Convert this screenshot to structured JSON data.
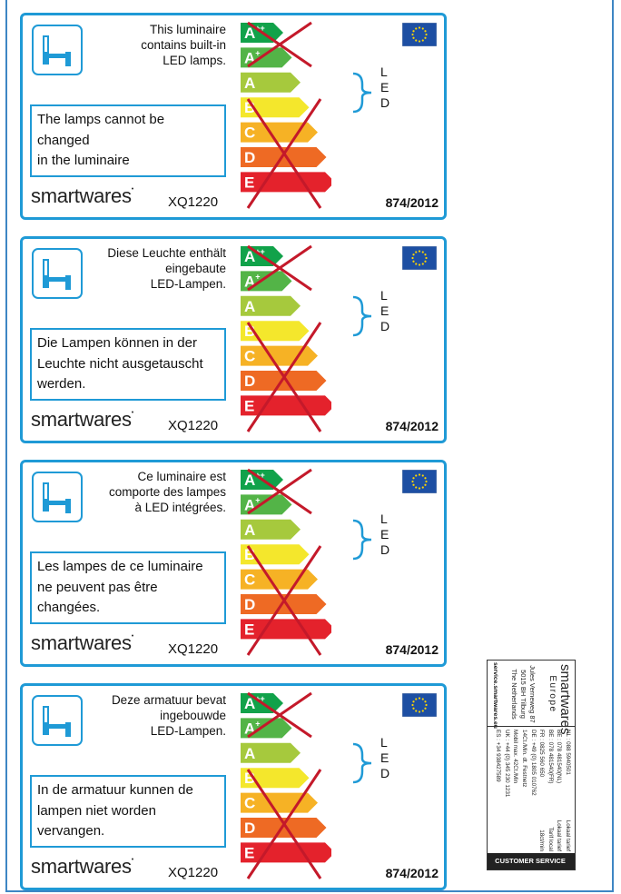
{
  "labels": [
    {
      "lang": "en",
      "top_text": "This luminaire\ncontains built-in\nLED lamps.",
      "message": "The lamps cannot be changed\nin the luminaire"
    },
    {
      "lang": "de",
      "top_text": "Diese Leuchte enthält\neingebaute\nLED-Lampen.",
      "message": "Die Lampen können in der\nLeuchte nicht ausgetauscht\nwerden."
    },
    {
      "lang": "fr",
      "top_text": "Ce luminaire est\ncomporte des lampes\nà LED intégrées.",
      "message": "Les lampes de ce luminaire\nne peuvent pas être\nchangées."
    },
    {
      "lang": "nl",
      "top_text": "Deze armatuur bevat\ningebouwde\nLED-Lampen.",
      "message": "In de armatuur kunnen de\nlampen niet worden\nvervangen."
    }
  ],
  "common": {
    "brand": "smartwares",
    "model": "XQ1220",
    "regulation": "874/2012",
    "led": [
      "L",
      "E",
      "D"
    ],
    "classes": [
      "A++",
      "A+",
      "A",
      "B",
      "C",
      "D",
      "E"
    ],
    "class_colors": [
      "#11a24a",
      "#53b447",
      "#a6c93d",
      "#f4e72c",
      "#f6b225",
      "#ee6a24",
      "#e4222c"
    ],
    "crossed_groups": [
      "A++ to A+",
      "B to E"
    ],
    "cross_color": "#c4192a",
    "icons": [
      "lamp-icon",
      "eu-flag-icon"
    ]
  },
  "service_card": {
    "brand": "smartwares",
    "region": "Europe",
    "address": "Jules Verneweg 87\n5015 BH Tilburg\nThe Netherlands",
    "url": "service.smartwares.eu",
    "rows": [
      {
        "left": "NL : 088 5940501",
        "right": "Lokaal tarief"
      },
      {
        "left": "BE : 078 481540(NL)",
        "right": "Lokaal tarief"
      },
      {
        "left": "BE : 078 481540(FR)",
        "right": "Tarif local"
      },
      {
        "left": "FR : 0825 560 650",
        "right": "18ct/min"
      },
      {
        "left": "DE : +49 (0) 1805 010762",
        "right": ""
      },
      {
        "left": "14Ct./Min. dt. Festnetz",
        "right": ""
      },
      {
        "left": "Mobil max. 42Ct./Min",
        "right": ""
      },
      {
        "left": "UK : +44 (0) 345 230 1231",
        "right": ""
      },
      {
        "left": "ES : +34 938427589",
        "right": ""
      }
    ],
    "footer": "CUSTOMER SERVICE"
  }
}
